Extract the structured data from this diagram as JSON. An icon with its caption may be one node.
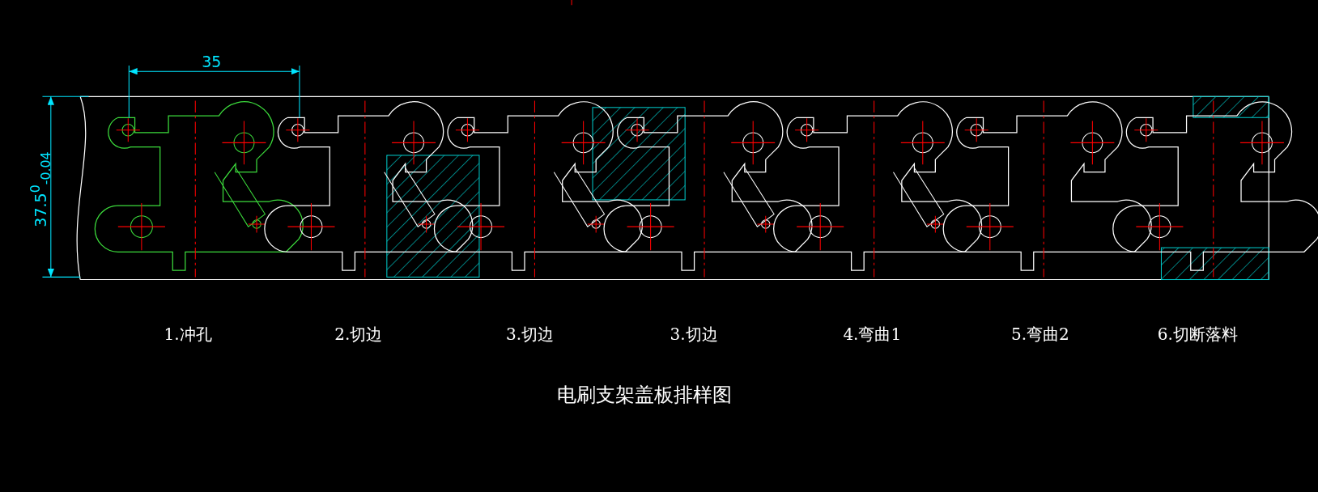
{
  "diagram": {
    "title": "电刷支架盖板排样图",
    "labels": [
      "35",
      "37.5$^{0}$$_{-0.04}$",
      "1.冲孔",
      "2.切边",
      "3.切边",
      "3.切边",
      "4.弯曲1",
      "5.弯曲2",
      "6.切断落料"
    ]
  }
}
